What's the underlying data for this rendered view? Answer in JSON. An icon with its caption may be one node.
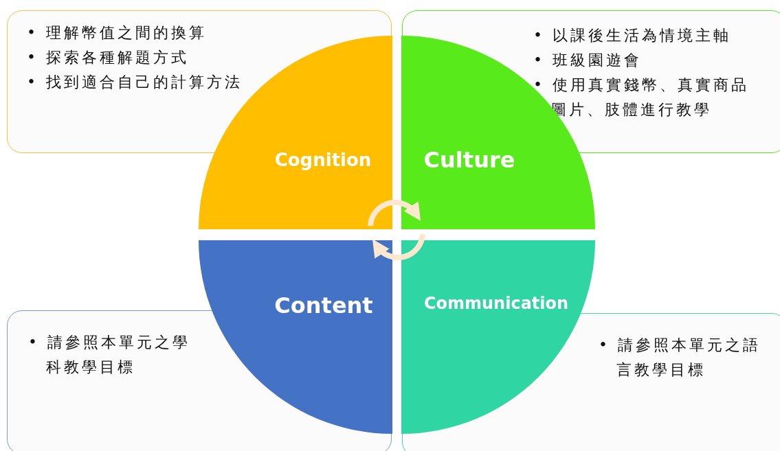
{
  "diagram": {
    "nodes": [
      {
        "text": [
          "• 理解幣值之間的換算",
          "• 探索各種解題方式",
          "• 找到適合自己的計算方法"
        ]
      },
      {
        "text": [
          "• 以課後生活為情境主軸",
          "• 班級園遊會",
          "• 使用真實錢幣、真實商品圖片、肢體進行教學"
        ]
      },
      {
        "text": [
          "Cognition"
        ]
      },
      {
        "text": [
          "Culture"
        ]
      },
      {
        "text": [
          "Content"
        ]
      },
      {
        "text": [
          "Communication"
        ]
      },
      {
        "text": [
          "• 請參照本單元之學科教學目標"
        ]
      },
      {
        "text": [
          "• 請參照本單元之語言教學目標"
        ]
      }
    ],
    "edges": [
      {
        "from": 2,
        "to": 3,
        "arrow": "to"
      },
      {
        "from": 5,
        "to": 4,
        "arrow": "to"
      }
    ]
  }
}
